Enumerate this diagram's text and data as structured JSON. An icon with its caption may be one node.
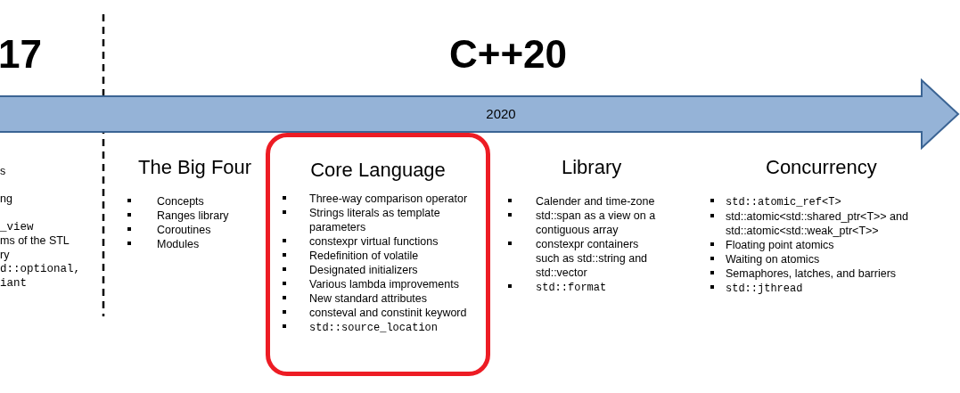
{
  "diagram": {
    "title": "C++20",
    "nodes": [
      {
        "text": [
          "2020"
        ]
      },
      {
        "text": [
          "Core Language",
          "Three-way comparison operator",
          "Strings literals as template parameters",
          "constexpr virtual functions",
          "Redefinition of volatile",
          "Designated initializers",
          "Various lambda improvements",
          "New standard attributes",
          "consteval and constinit keyword",
          "std::source_location"
        ]
      }
    ],
    "labels": [
      "17",
      "s",
      "ng",
      "_view",
      "ms of the STL",
      "ry",
      "d::optional,",
      "iant",
      "The Big Four",
      "Concepts",
      "Ranges library",
      "Coroutines",
      "Modules",
      "Library",
      "Calender and time-zone",
      "std::span as a view on a contiguous array",
      "constexpr containers such as std::string and std::vector",
      "std::format",
      "Concurrency",
      "std::atomic_ref<T>",
      "std::atomic<std::shared_ptr<T>> and std::atomic<std::weak_ptr<T>>",
      "Floating point atomics",
      "Waiting on atomics",
      "Semaphores, latches, and barriers",
      "std::jthread"
    ]
  }
}
